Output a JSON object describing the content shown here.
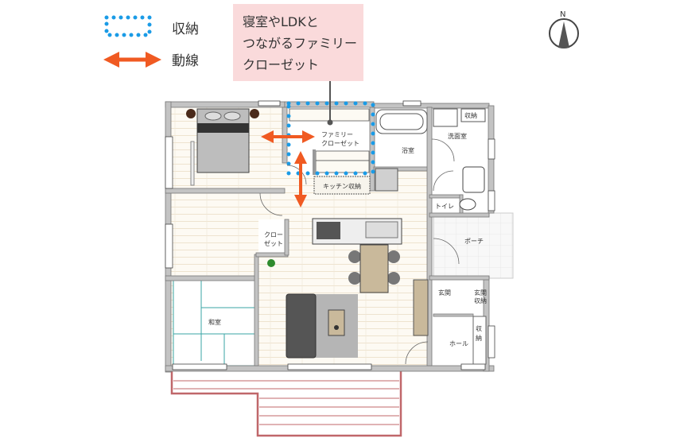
{
  "legend": {
    "storage_label": "収納",
    "flow_label": "動線"
  },
  "callout": {
    "lines": [
      "寝室やLDKと",
      "つながるファミリー",
      "クローゼット"
    ]
  },
  "compass": {
    "label": "N"
  },
  "rooms": {
    "family_closet": [
      "ファミリー",
      "クローゼット"
    ],
    "kitchen_storage": "キッチン収納",
    "bath": "浴室",
    "washroom": "洗面室",
    "washroom_storage": "収納",
    "toilet": "トイレ",
    "closet": [
      "クロー",
      "ゼット"
    ],
    "porch": "ポーチ",
    "entrance": "玄関",
    "entrance_storage": [
      "玄関",
      "収納"
    ],
    "hall": "ホール",
    "hall_storage": [
      "収",
      "納"
    ],
    "japanese_room": "和室"
  },
  "colors": {
    "storage_dots": "#1a9be6",
    "flow_arrow": "#f05a22",
    "callout_bg": "#fadadb",
    "deck": "#c0676a",
    "tatami": "#3aa6a6"
  }
}
